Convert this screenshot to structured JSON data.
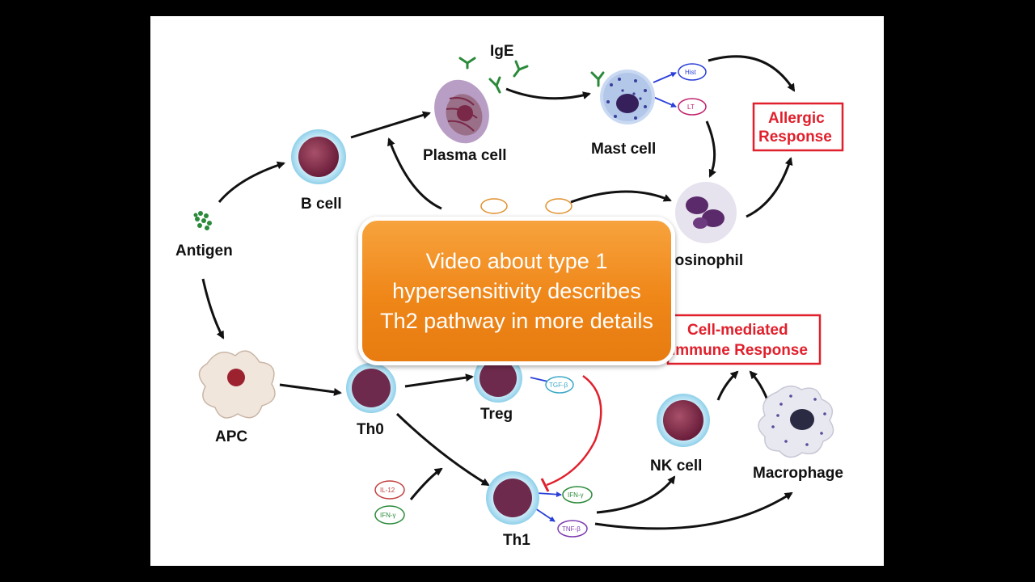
{
  "diagram": {
    "labels": {
      "antigen": "Antigen",
      "b_cell": "B cell",
      "plasma_cell": "Plasma cell",
      "ige": "IgE",
      "mast_cell": "Mast cell",
      "hist": "Hist",
      "lt": "LT",
      "allergic_response_line1": "Allergic",
      "allergic_response_line2": "Response",
      "eosinophil": "Eosinophil",
      "cell_mediated_line1": "Cell-mediated",
      "cell_mediated_line2": "Immune Response",
      "apc": "APC",
      "th0": "Th0",
      "treg": "Treg",
      "tgf": "TGF-β",
      "th1": "Th1",
      "il12": "IL-12",
      "ifn_in": "IFN-γ",
      "ifn_out": "IFN-γ",
      "tnf": "TNF-β",
      "nk_cell": "NK cell",
      "macrophage": "Macrophage"
    },
    "colors": {
      "response_red": "#e0202c",
      "cell_purple": "#7a2848",
      "halo_blue": "#9fd8ee"
    }
  },
  "overlay": {
    "text": "Video about type 1 hypersensitivity describes Th2 pathway in more details"
  }
}
